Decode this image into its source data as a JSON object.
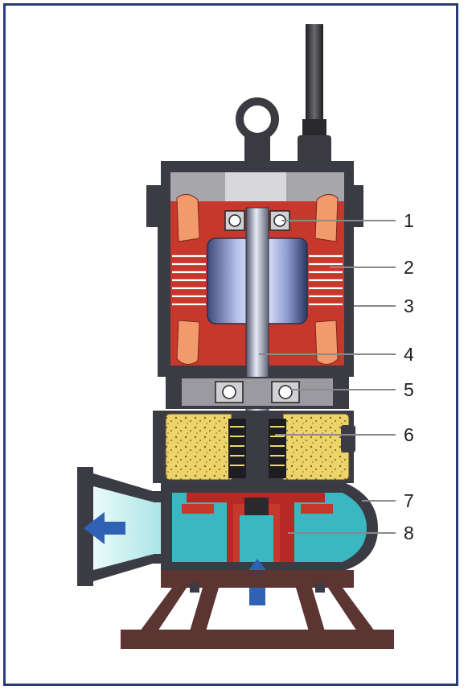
{
  "diagram": {
    "callouts": [
      {
        "number": "1",
        "ref": "upper-bearing"
      },
      {
        "number": "2",
        "ref": "rotor"
      },
      {
        "number": "3",
        "ref": "stator-housing"
      },
      {
        "number": "4",
        "ref": "shaft"
      },
      {
        "number": "5",
        "ref": "lower-bearing"
      },
      {
        "number": "6",
        "ref": "mechanical-seal"
      },
      {
        "number": "7",
        "ref": "pump-casing"
      },
      {
        "number": "8",
        "ref": "impeller"
      }
    ],
    "colors": {
      "frame": "#2a3b78",
      "housing": "#3c3c44",
      "housing_inner": "#a9a9ad",
      "winding_red": "#c7382c",
      "coil_orange": "#f39a6c",
      "rotor_steel": "#8c9bd0",
      "seal_yellow": "#e6c957",
      "impeller_red": "#b52a24",
      "water": "#3bb7c2",
      "base_brown": "#5c3432",
      "flow_arrow": "#2f62b4"
    }
  }
}
